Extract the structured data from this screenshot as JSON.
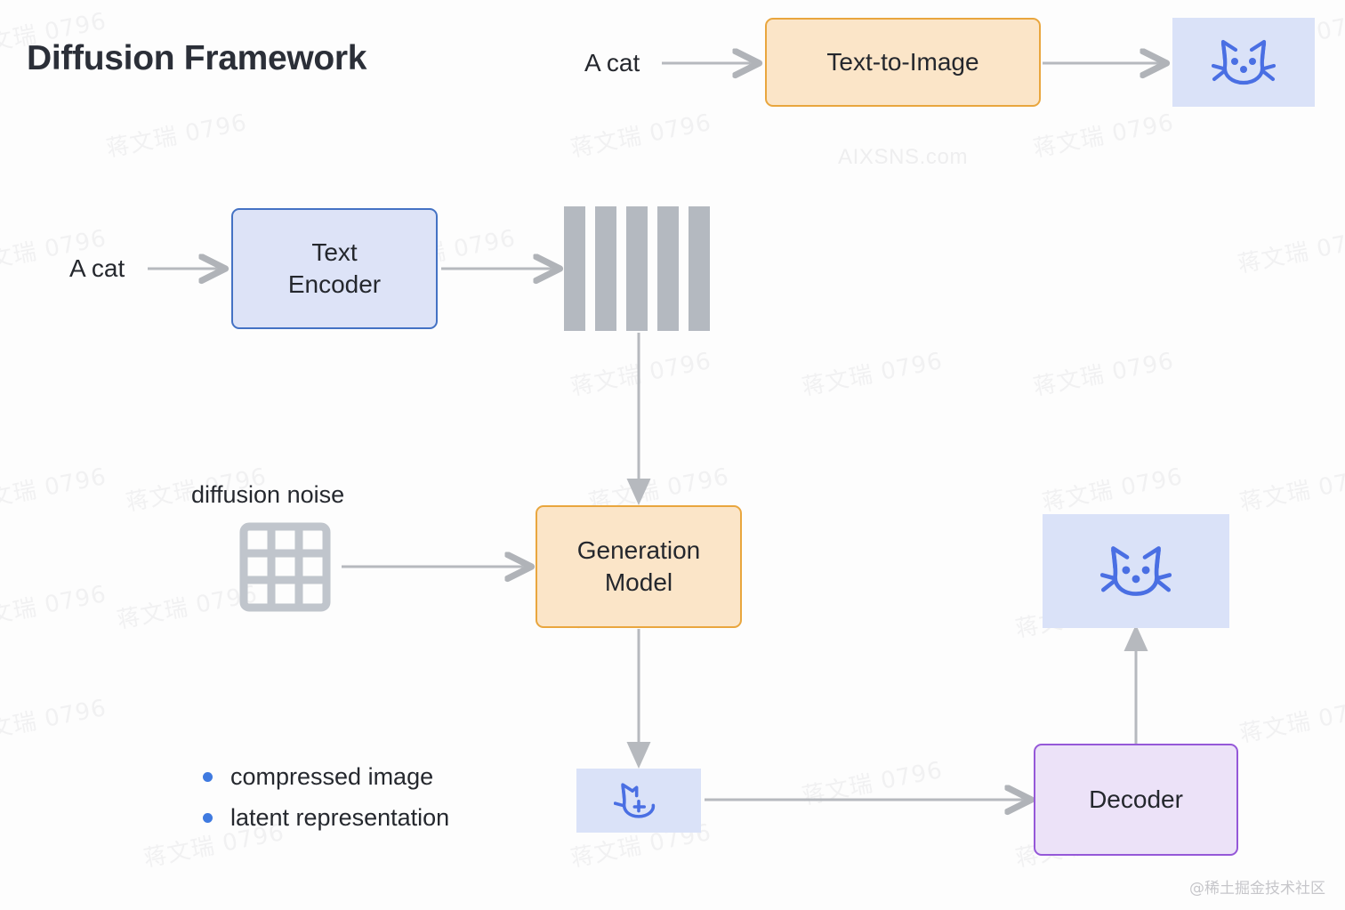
{
  "page": {
    "title": "Diffusion Framework",
    "background": "#fdfdfd"
  },
  "watermarks": {
    "tiled_text": "蒋文瑞 0796",
    "site": "AIXSNS.com",
    "corner": "@稀土掘金技术社区"
  },
  "colors": {
    "orange_fill": "#fbe5c8",
    "orange_border": "#e9a63e",
    "blue_fill": "#dde3f7",
    "blue_border": "#4472c4",
    "purple_fill": "#ece2f8",
    "purple_border": "#9558d8",
    "image_fill": "#dae2f8",
    "cat_stroke": "#4a6fe3",
    "bar_gray": "#b4b9c0",
    "arrow_gray": "#b0b3b8",
    "bullet_blue": "#3f7ae0",
    "title_color": "#2b2f38"
  },
  "top_flow": {
    "prompt": "A cat",
    "model_box": "Text-to-Image",
    "output_icon": "cat-face-icon"
  },
  "main_flow": {
    "prompt": "A cat",
    "text_encoder": "Text\nEncoder",
    "embedding_icon": "embedding-bars-icon",
    "embedding_bar_count": 5,
    "noise_label": "diffusion noise",
    "noise_icon": "noise-grid-icon",
    "generation_model": "Generation\nModel",
    "latent_icon": "partial-cat-latent-icon",
    "decoder": "Decoder",
    "final_output_icon": "cat-face-icon"
  },
  "latent_notes": {
    "items": [
      "compressed image",
      "latent representation"
    ]
  }
}
